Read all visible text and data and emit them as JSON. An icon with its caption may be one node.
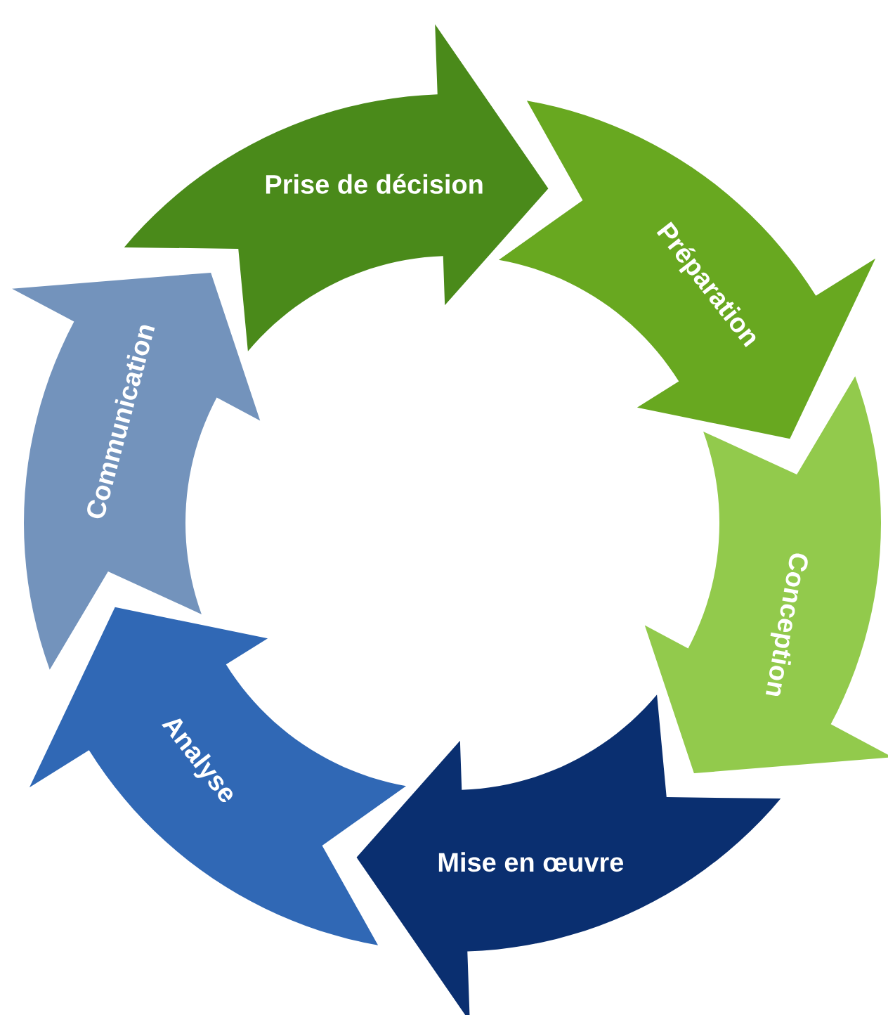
{
  "diagram": {
    "nodes": [
      {
        "text": [
          "Prise de décision"
        ]
      },
      {
        "text": [
          "Préparation"
        ]
      },
      {
        "text": [
          "Conception"
        ]
      },
      {
        "text": [
          "Mise en œuvre"
        ]
      },
      {
        "text": [
          "Analyse"
        ]
      },
      {
        "text": [
          "Communication"
        ]
      }
    ]
  }
}
